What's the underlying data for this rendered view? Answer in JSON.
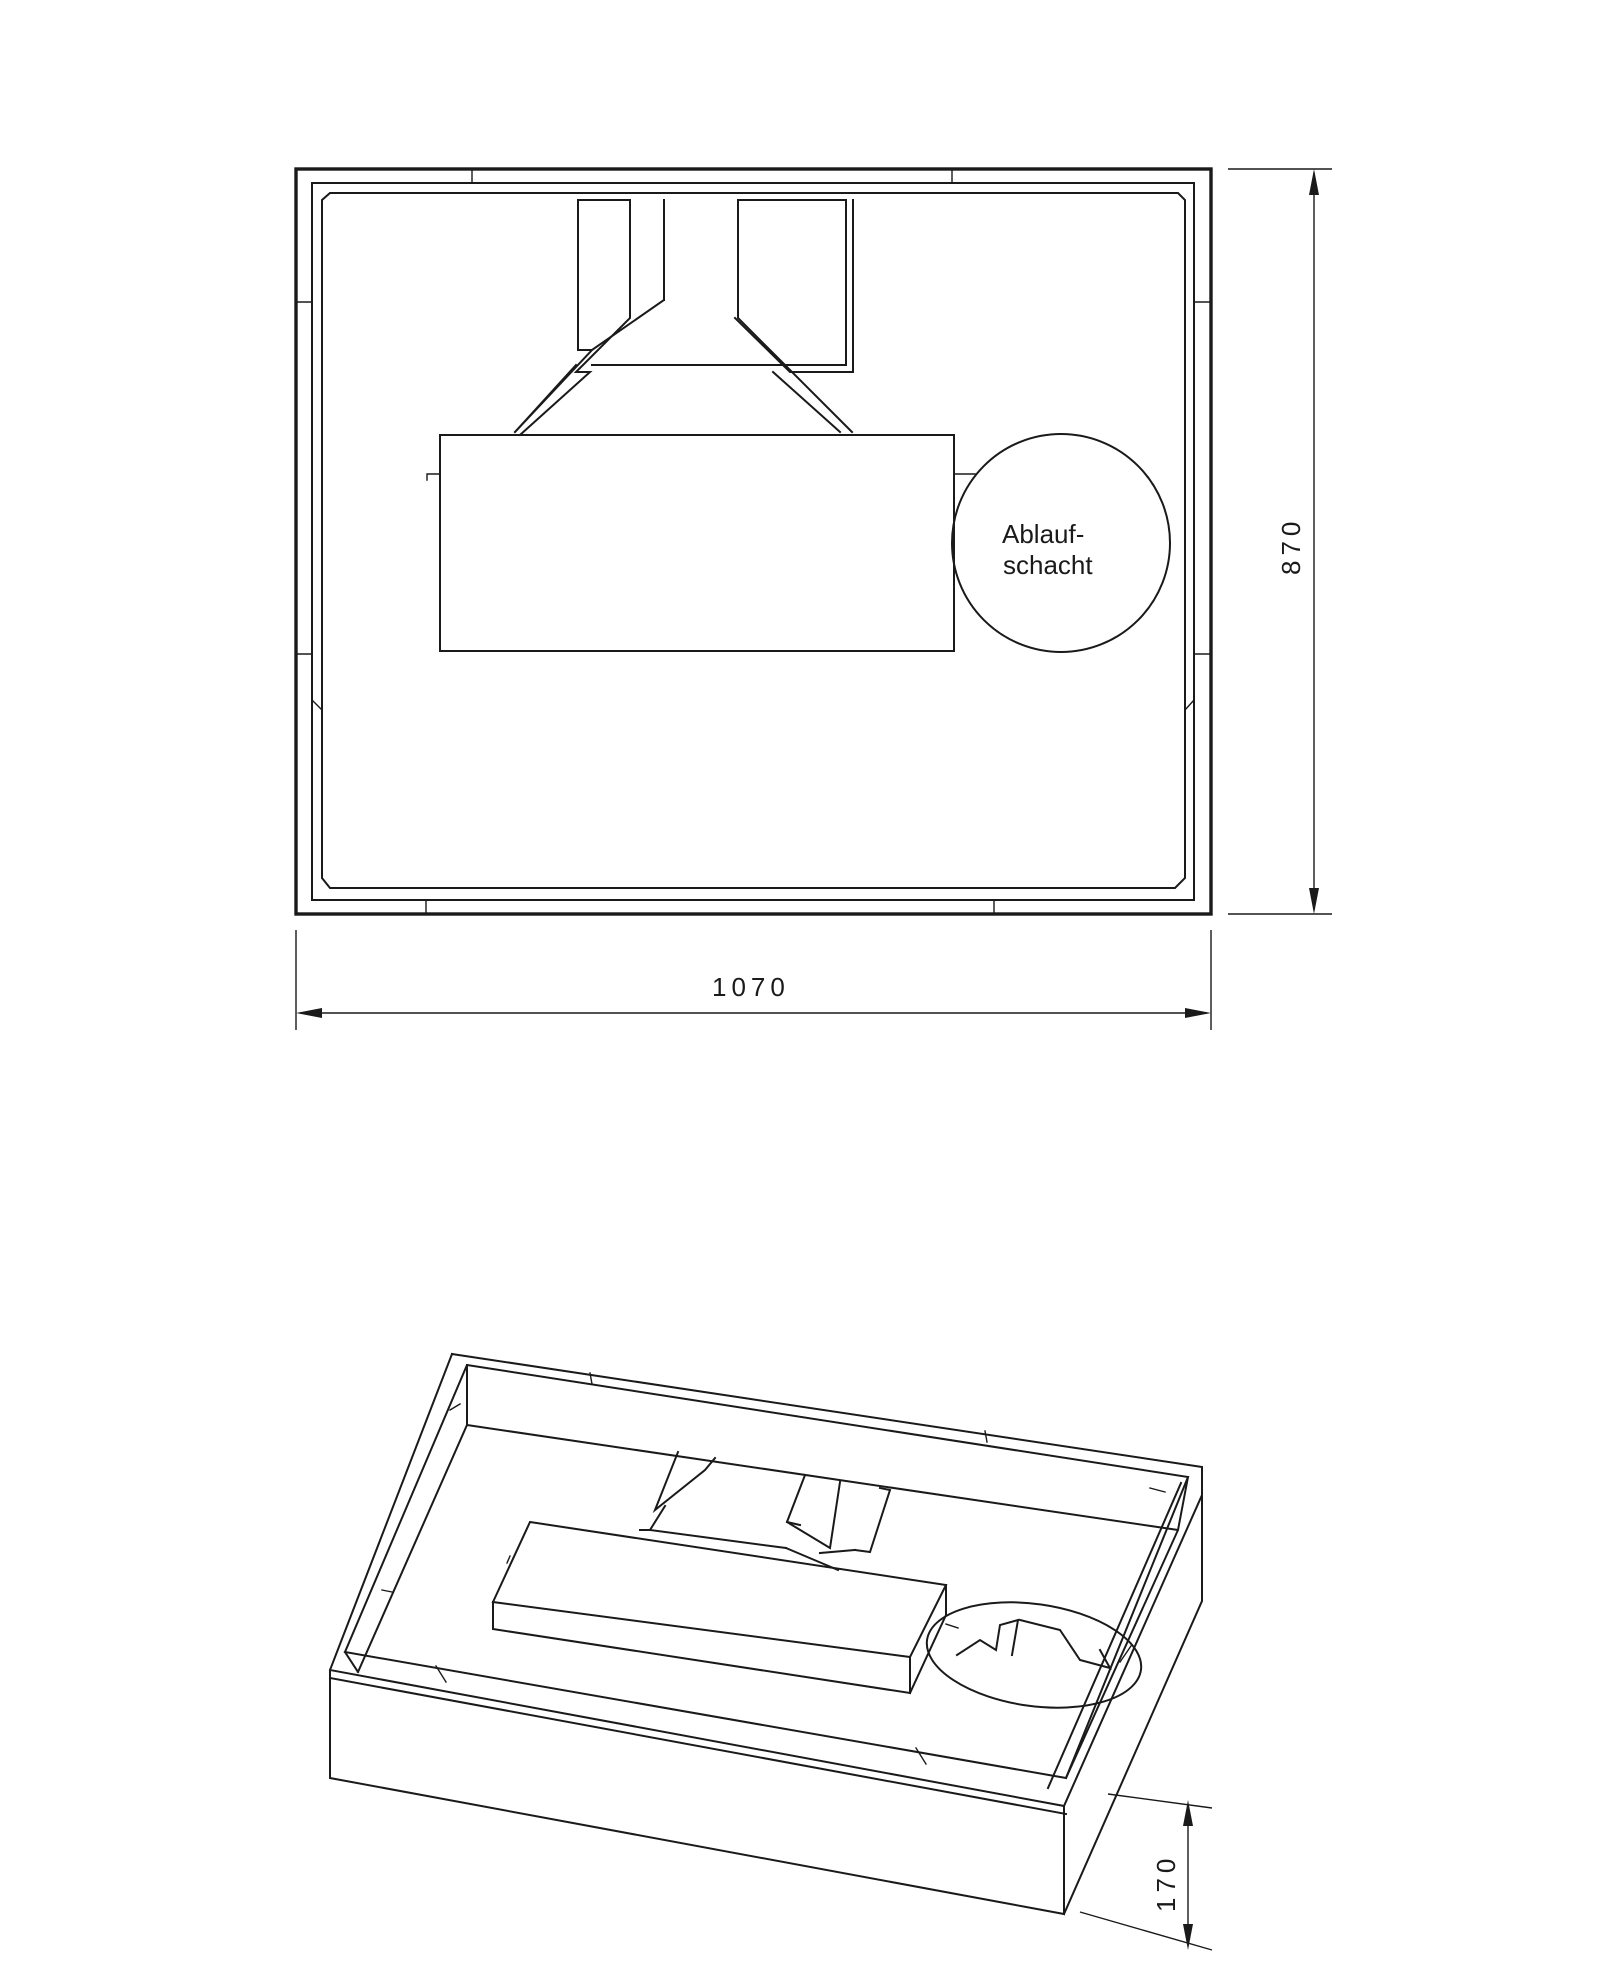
{
  "top_view": {
    "drain_label_line1": "Ablauf-",
    "drain_label_line2": "schacht",
    "width_dimension": "1070",
    "depth_dimension": "870"
  },
  "iso_view": {
    "height_dimension": "170"
  }
}
